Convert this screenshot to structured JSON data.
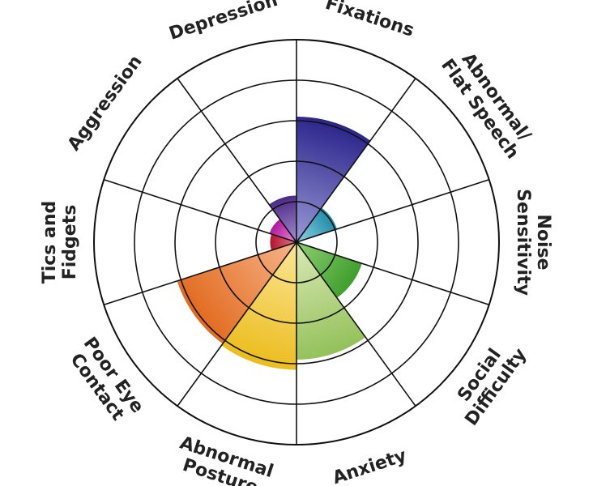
{
  "chart_data": {
    "type": "polar-area",
    "title": "",
    "scale_max": 5,
    "rings": [
      1,
      2,
      3,
      4,
      5
    ],
    "grid": true,
    "categories": [
      {
        "name": "fixations",
        "label_lines": [
          "Fixations"
        ],
        "value": 3.1,
        "colors": [
          "#9a99d6",
          "#2a248a"
        ]
      },
      {
        "name": "abnormal-flat-speech",
        "label_lines": [
          "Abnormal/",
          "Flat Speech"
        ],
        "value": 1.05,
        "colors": [
          "#8fd3e6",
          "#1f8aa6"
        ]
      },
      {
        "name": "noise-sensitivity",
        "label_lines": [
          "Noise",
          "Sensitivity"
        ],
        "value": 0,
        "colors": [
          "#cccccc",
          "#999999"
        ]
      },
      {
        "name": "social-difficulty",
        "label_lines": [
          "Social",
          "Difficulty"
        ],
        "value": 1.7,
        "colors": [
          "#8fcf74",
          "#3f9e2c"
        ]
      },
      {
        "name": "anxiety",
        "label_lines": [
          "Anxiety"
        ],
        "value": 2.9,
        "colors": [
          "#dbe9b6",
          "#93c15a"
        ]
      },
      {
        "name": "abnormal-posture",
        "label_lines": [
          "Abnormal",
          "Posture"
        ],
        "value": 3.15,
        "colors": [
          "#fbe79a",
          "#ecbc1c"
        ]
      },
      {
        "name": "poor-eye-contact",
        "label_lines": [
          "Poor Eye",
          "Contact"
        ],
        "value": 3.1,
        "colors": [
          "#f7b48a",
          "#e16a1f"
        ]
      },
      {
        "name": "tics-and-fidgets",
        "label_lines": [
          "Tics and",
          "Fidgets"
        ],
        "value": 0.65,
        "colors": [
          "#e07a8a",
          "#b3122a"
        ]
      },
      {
        "name": "aggression",
        "label_lines": [
          "Aggression"
        ],
        "value": 0.7,
        "colors": [
          "#e98ad8",
          "#b0189c"
        ]
      },
      {
        "name": "depression",
        "label_lines": [
          "Depression"
        ],
        "value": 1.15,
        "colors": [
          "#a790cf",
          "#4b2a86"
        ]
      }
    ]
  }
}
